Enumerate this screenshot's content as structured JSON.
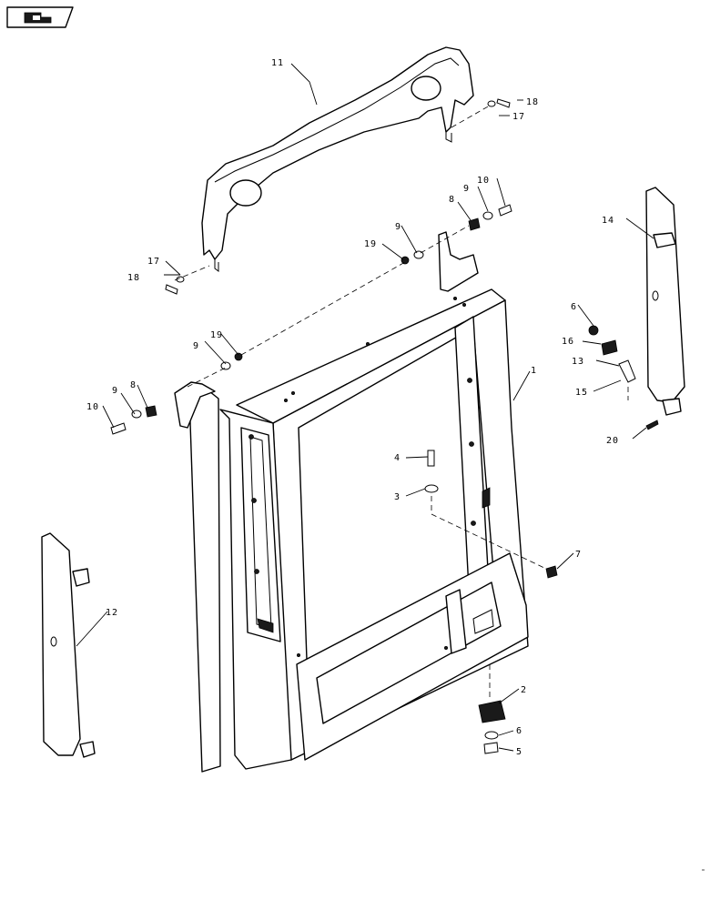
{
  "diagram": {
    "callouts": [
      {
        "id": "c11",
        "label": "11"
      },
      {
        "id": "c18a",
        "label": "18"
      },
      {
        "id": "c17a",
        "label": "17"
      },
      {
        "id": "c10a",
        "label": "10"
      },
      {
        "id": "c9a",
        "label": "9"
      },
      {
        "id": "c8a",
        "label": "8"
      },
      {
        "id": "c9b",
        "label": "9"
      },
      {
        "id": "c19a",
        "label": "19"
      },
      {
        "id": "c17b",
        "label": "17"
      },
      {
        "id": "c18b",
        "label": "18"
      },
      {
        "id": "c14",
        "label": "14"
      },
      {
        "id": "c6a",
        "label": "6"
      },
      {
        "id": "c16",
        "label": "16"
      },
      {
        "id": "c13",
        "label": "13"
      },
      {
        "id": "c15",
        "label": "15"
      },
      {
        "id": "c20",
        "label": "20"
      },
      {
        "id": "c1",
        "label": "1"
      },
      {
        "id": "c19b",
        "label": "19"
      },
      {
        "id": "c9c",
        "label": "9"
      },
      {
        "id": "c8b",
        "label": "8"
      },
      {
        "id": "c9d",
        "label": "9"
      },
      {
        "id": "c10b",
        "label": "10"
      },
      {
        "id": "c4",
        "label": "4"
      },
      {
        "id": "c3",
        "label": "3"
      },
      {
        "id": "c7",
        "label": "7"
      },
      {
        "id": "c12",
        "label": "12"
      },
      {
        "id": "c2",
        "label": "2"
      },
      {
        "id": "c6b",
        "label": "6"
      },
      {
        "id": "c5",
        "label": "5"
      }
    ]
  }
}
